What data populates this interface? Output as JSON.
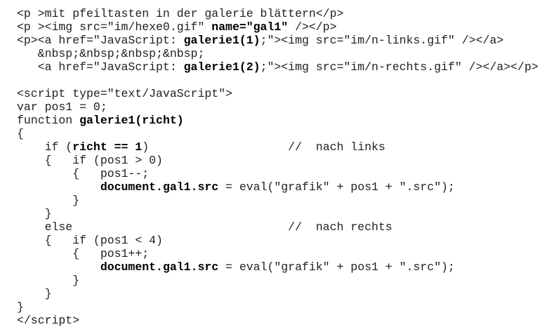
{
  "code_lines": [
    [
      {
        "t": "<p >mit pfeiltasten in der galerie blättern</p>",
        "b": false
      }
    ],
    [
      {
        "t": "<p ><img src=\"im/hexe0.gif\" ",
        "b": false
      },
      {
        "t": "name=\"gal1\"",
        "b": true
      },
      {
        "t": " /></p>",
        "b": false
      }
    ],
    [
      {
        "t": "<p><a href=\"JavaScript: ",
        "b": false
      },
      {
        "t": "galerie1(1)",
        "b": true
      },
      {
        "t": ";\"><img src=\"im/n-links.gif\" /></a>",
        "b": false
      }
    ],
    [
      {
        "t": "   &nbsp;&nbsp;&nbsp;&nbsp;",
        "b": false
      }
    ],
    [
      {
        "t": "   <a href=\"JavaScript: ",
        "b": false
      },
      {
        "t": "galerie1(2)",
        "b": true
      },
      {
        "t": ";\"><img src=\"im/n-rechts.gif\" /></a></p>",
        "b": false
      }
    ],
    [
      {
        "t": "",
        "b": false
      }
    ],
    [
      {
        "t": "<script type=\"text/JavaScript\">",
        "b": false
      }
    ],
    [
      {
        "t": "var pos1 = 0;",
        "b": false
      }
    ],
    [
      {
        "t": "function ",
        "b": false
      },
      {
        "t": "galerie1(richt)",
        "b": true
      }
    ],
    [
      {
        "t": "{",
        "b": false
      }
    ],
    [
      {
        "t": "    if (",
        "b": false
      },
      {
        "t": "richt == 1",
        "b": true
      },
      {
        "t": ")                    //  nach links",
        "b": false
      }
    ],
    [
      {
        "t": "    {   if (pos1 > 0)",
        "b": false
      }
    ],
    [
      {
        "t": "        {   pos1--;",
        "b": false
      }
    ],
    [
      {
        "t": "            ",
        "b": false
      },
      {
        "t": "document.gal1.src",
        "b": true
      },
      {
        "t": " = eval(\"grafik\" + pos1 + \".src\");",
        "b": false
      }
    ],
    [
      {
        "t": "        }",
        "b": false
      }
    ],
    [
      {
        "t": "    }",
        "b": false
      }
    ],
    [
      {
        "t": "    else                               //  nach rechts",
        "b": false
      }
    ],
    [
      {
        "t": "    {   if (pos1 < 4)",
        "b": false
      }
    ],
    [
      {
        "t": "        {   pos1++;",
        "b": false
      }
    ],
    [
      {
        "t": "            ",
        "b": false
      },
      {
        "t": "document.gal1.src",
        "b": true
      },
      {
        "t": " = eval(\"grafik\" + pos1 + \".src\");",
        "b": false
      }
    ],
    [
      {
        "t": "        }",
        "b": false
      }
    ],
    [
      {
        "t": "    }",
        "b": false
      }
    ],
    [
      {
        "t": "}",
        "b": false
      }
    ],
    [
      {
        "t": "</script>",
        "b": false
      }
    ]
  ]
}
